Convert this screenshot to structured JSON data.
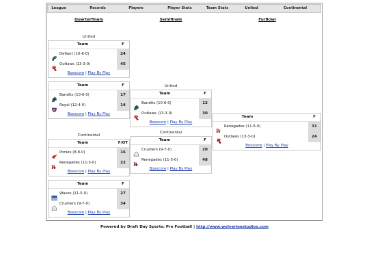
{
  "nav": [
    "League",
    "Records",
    "Players",
    "Player Stats",
    "Team Stats",
    "United",
    "Continental"
  ],
  "rounds": [
    "Quarterfinals",
    "Semifinals",
    "FurBowl"
  ],
  "conferences": {
    "united": "United",
    "continental": "Continental"
  },
  "headers": {
    "team": "Team",
    "final": "F",
    "final_ot": "F/OT"
  },
  "links": {
    "boxscore": "Boxscore",
    "sep": "|",
    "pbp": "Play By Play"
  },
  "games": {
    "qf1": {
      "teams": [
        {
          "name": "Defiant (10-6-0)",
          "score": "24",
          "logo": "defiant-logo-icon"
        },
        {
          "name": "Outlaws (13-3-0)",
          "score": "45",
          "logo": "outlaws-logo-icon"
        }
      ]
    },
    "qf2": {
      "teams": [
        {
          "name": "Bandits (10-6-0)",
          "score": "17",
          "logo": "bandits-logo-icon"
        },
        {
          "name": "Royal (12-4-0)",
          "score": "14",
          "logo": "royal-logo-icon"
        }
      ]
    },
    "qf3": {
      "teams": [
        {
          "name": "Ponies (8-8-0)",
          "score": "16",
          "logo": "ponies-logo-icon"
        },
        {
          "name": "Renegades (11-5-0)",
          "score": "22",
          "logo": "renegades-logo-icon"
        }
      ]
    },
    "qf4": {
      "teams": [
        {
          "name": "Waves (11-5-0)",
          "score": "27",
          "logo": "waves-logo-icon"
        },
        {
          "name": "Crushers (9-7-0)",
          "score": "34",
          "logo": "crushers-logo-icon"
        }
      ]
    },
    "sf1": {
      "teams": [
        {
          "name": "Bandits (10-6-0)",
          "score": "12",
          "logo": "bandits-logo-icon"
        },
        {
          "name": "Outlaws (13-3-0)",
          "score": "30",
          "logo": "outlaws-logo-icon"
        }
      ]
    },
    "sf2": {
      "teams": [
        {
          "name": "Crushers (9-7-0)",
          "score": "20",
          "logo": "crushers-logo-icon"
        },
        {
          "name": "Renegades (11-5-0)",
          "score": "48",
          "logo": "renegades-logo-icon"
        }
      ]
    },
    "final": {
      "teams": [
        {
          "name": "Renegades (11-5-0)",
          "score": "31",
          "logo": "renegades-logo-icon"
        },
        {
          "name": "Outlaws (13-3-0)",
          "score": "24",
          "logo": "outlaws-logo-icon"
        }
      ]
    }
  },
  "footer": {
    "text": "Powered by Draft Day Sports: Pro Football",
    "sep": "|",
    "link": "http://www.wolverinestudios.com"
  }
}
